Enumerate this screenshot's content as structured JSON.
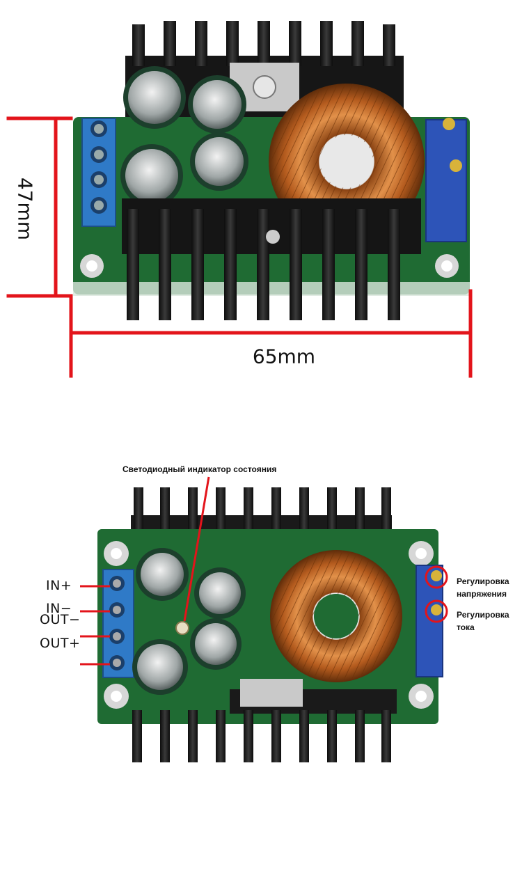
{
  "dimensions": {
    "height": "47mm",
    "width": "65mm"
  },
  "labels": {
    "in_plus": "IN+",
    "in_minus": "IN−",
    "out_minus": "OUT−",
    "out_plus": "OUT+",
    "led": "Светодиодный индикатор состояния",
    "voltage_adjust": "Регулировка напряжения",
    "current_adjust": "Регулировка тока"
  },
  "colors": {
    "dimension_line": "#e3141b",
    "pcb": "#1f6b33",
    "heatsink": "#1a1a1a",
    "terminal": "#2f7ac7",
    "potentiometer": "#2d54b8",
    "capacitor": "#1c3f2c",
    "coil": "#c66a2a"
  }
}
